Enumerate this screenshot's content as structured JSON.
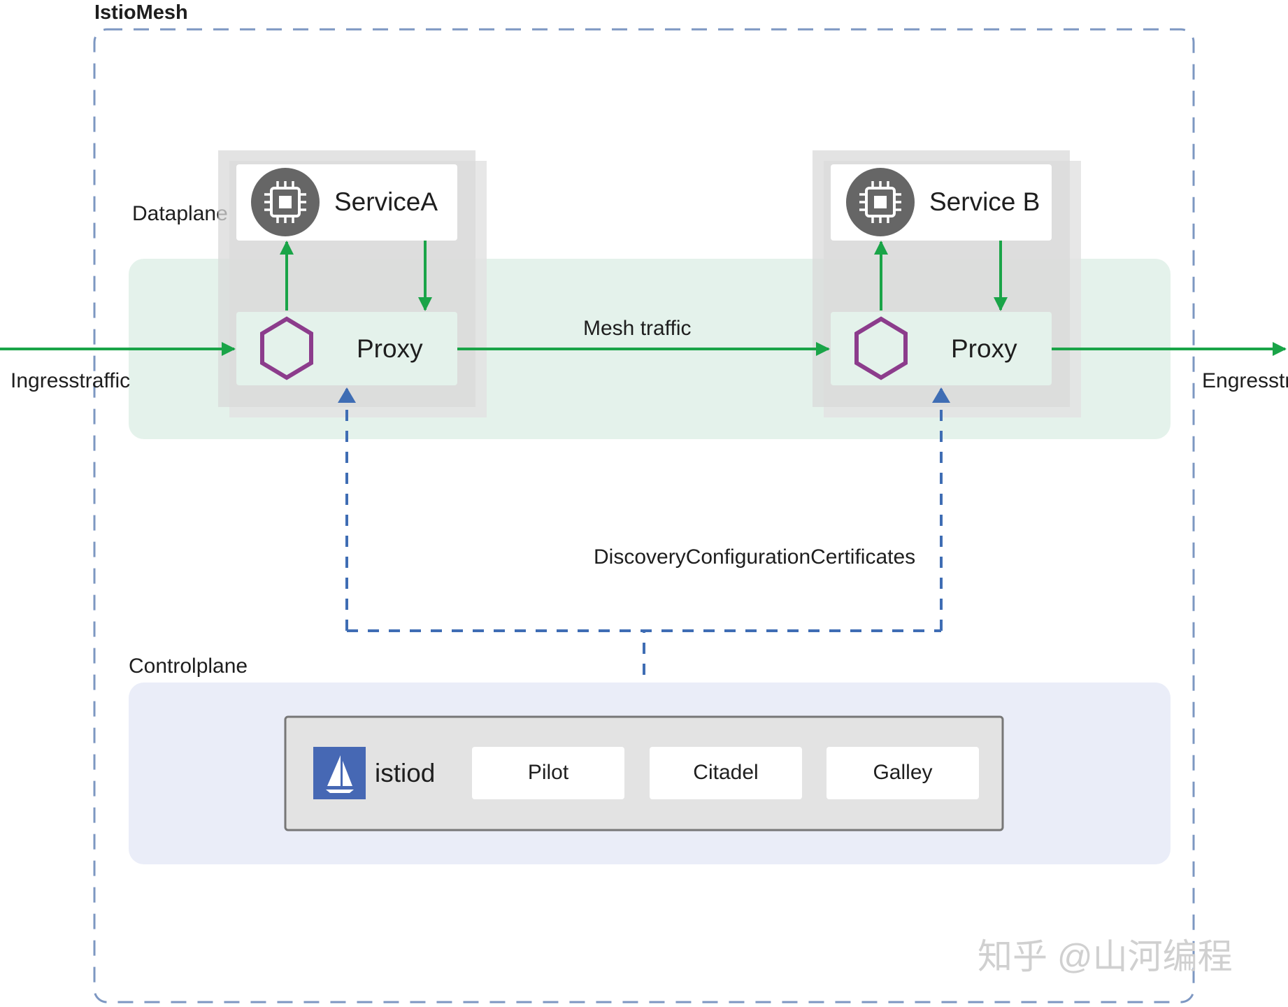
{
  "mesh": {
    "title": "IstioMesh"
  },
  "dataplane": {
    "label": "Dataplane",
    "service_a": {
      "name": "ServiceA",
      "proxy_label": "Proxy"
    },
    "service_b": {
      "name": "Service B",
      "proxy_label": "Proxy"
    }
  },
  "traffic": {
    "ingress_label": "Ingresstraffic",
    "mesh_label": "Mesh traffic",
    "egress_label": "Engresstraffic"
  },
  "config": {
    "label": "DiscoveryConfigurationCertificates"
  },
  "controlplane": {
    "label": "Controlplane",
    "istiod_label": "istiod",
    "components": [
      "Pilot",
      "Citadel",
      "Galley"
    ]
  },
  "watermark": {
    "text": "知乎 @山河编程"
  },
  "colors": {
    "traffic_arrow": "#1aa448",
    "config_dash": "#3f6db4",
    "mesh_border": "#7d97c2",
    "dataplane_band": "#e4f2eb",
    "controlplane_band": "#eaedf8",
    "proxy_hexagon": "#8c3c8c",
    "istio_logo_bg": "#4668b4"
  },
  "icons": {
    "service": "chip-icon",
    "proxy": "hexagon-icon",
    "istiod": "sail-icon"
  }
}
